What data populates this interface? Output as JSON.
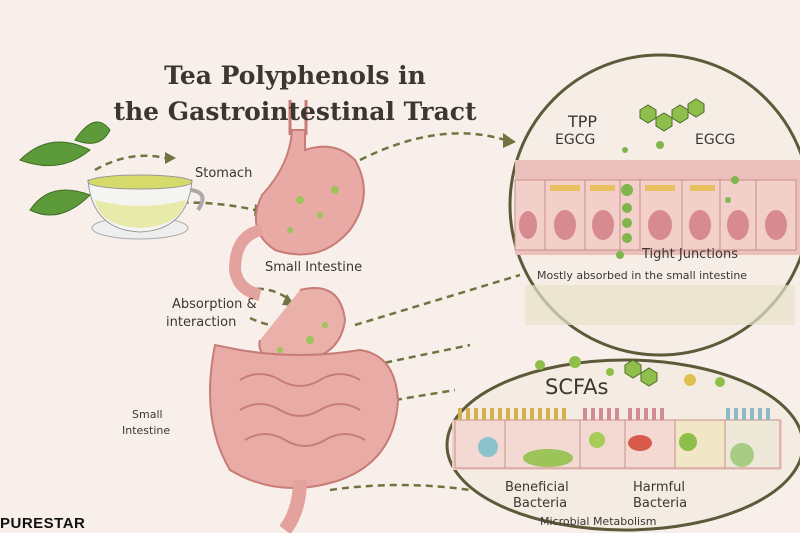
{
  "title_line1": "Tea Polyphenols in",
  "title_line2": "the Gastrointestinal Tract",
  "labels": {
    "stomach": "Stomach",
    "small_intestine_top": "Small Intestine",
    "absorption_line1": "Absorption &",
    "absorption_line2": "interaction",
    "small_intestine_left_line1": "Small",
    "small_intestine_left_line2": "Intestine"
  },
  "top_inset": {
    "tpp": "TPP",
    "egcg_left": "EGCG",
    "egcg_right": "EGCG",
    "tight_junctions": "Tight Junctions",
    "caption": "Mostly absorbed in the small intestine"
  },
  "bottom_inset": {
    "scfas": "SCFAs",
    "beneficial_line1": "Beneficial",
    "beneficial_line2": "Bacteria",
    "harmful_line1": "Harmful",
    "harmful_line2": "Bacteria",
    "caption": "Microbial Metabolism"
  },
  "logo": "PURESTAR",
  "colors": {
    "background": "#f8efea",
    "tissue": "#e9a9a4",
    "polyphenol": "#8fbf4a",
    "outline": "#5d5a3a",
    "arrow": "#6f7440"
  }
}
